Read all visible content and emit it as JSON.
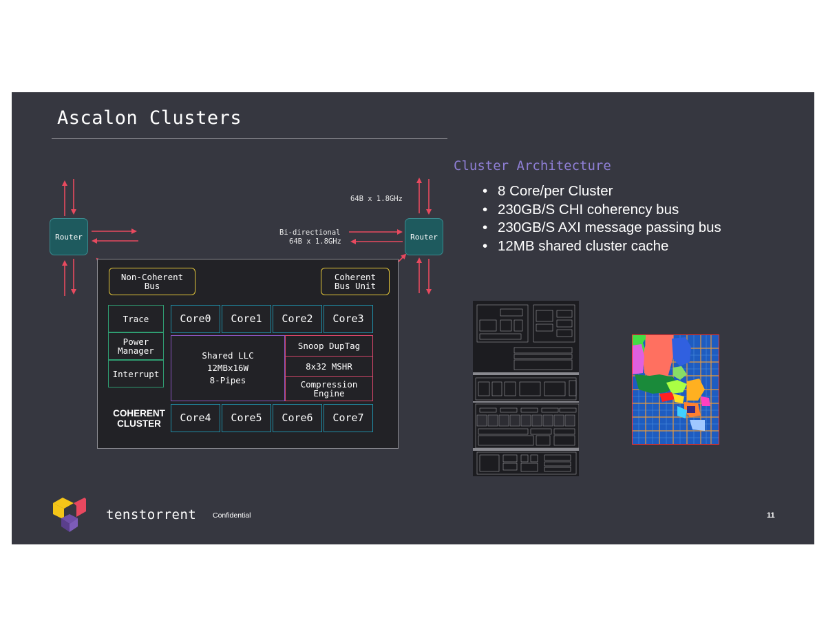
{
  "slide": {
    "title": "Ascalon Clusters",
    "page_number": "11",
    "confidential": "Confidential",
    "brand": "tenstorrent"
  },
  "architecture": {
    "heading": "Cluster Architecture",
    "bullets": [
      "8 Core/per Cluster",
      "230GB/S CHI coherency bus",
      "230GB/S AXI message passing bus",
      "12MB shared cluster cache"
    ],
    "bullet_symbol": "•"
  },
  "diagram": {
    "router_left": "Router",
    "router_right": "Router",
    "bw_top": "64B x 1.8GHz",
    "bw_mid_line1": "Bi-directional",
    "bw_mid_line2": "64B x 1.8GHz",
    "non_coherent_bus": "Non-Coherent\nBus",
    "coherent_bus_unit": "Coherent\nBus Unit",
    "trace": "Trace",
    "power_manager": "Power\nManager",
    "interrupt": "Interrupt",
    "cores": [
      "Core0",
      "Core1",
      "Core2",
      "Core3",
      "Core4",
      "Core5",
      "Core6",
      "Core7"
    ],
    "shared_llc": "Shared LLC\n12MBx16W\n8-Pipes",
    "snoop_duptag": "Snoop DupTag",
    "mshr": "8x32 MSHR",
    "compression_engine": "Compression\nEngine",
    "coherent_cluster": "COHERENT\nCLUSTER"
  },
  "colors": {
    "background": "#363740",
    "arrow": "#e84a5f",
    "heading_accent": "#8f7fd6",
    "yellow_border": "#e6c93a",
    "green_border": "#2f9e72",
    "teal_border": "#1f8fa8",
    "pink_border": "#d8466a",
    "purple_border": "#8a55c0",
    "logo_yellow": "#f5c518",
    "logo_red": "#e8485f",
    "logo_purple": "#6f4fa8"
  }
}
